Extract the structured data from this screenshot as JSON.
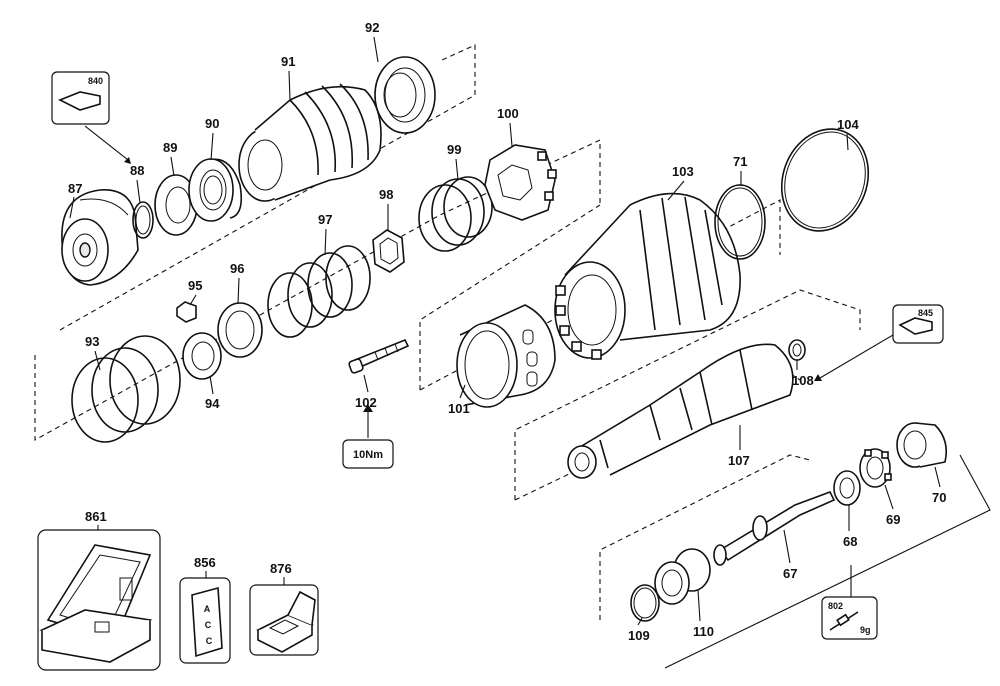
{
  "parts": [
    {
      "id": "p87",
      "label": "87"
    },
    {
      "id": "p88",
      "label": "88"
    },
    {
      "id": "p89",
      "label": "89"
    },
    {
      "id": "p90",
      "label": "90"
    },
    {
      "id": "p91",
      "label": "91"
    },
    {
      "id": "p92",
      "label": "92"
    },
    {
      "id": "p93",
      "label": "93"
    },
    {
      "id": "p94",
      "label": "94"
    },
    {
      "id": "p95",
      "label": "95"
    },
    {
      "id": "p96",
      "label": "96"
    },
    {
      "id": "p97",
      "label": "97"
    },
    {
      "id": "p98",
      "label": "98"
    },
    {
      "id": "p99",
      "label": "99"
    },
    {
      "id": "p100",
      "label": "100"
    },
    {
      "id": "p101",
      "label": "101"
    },
    {
      "id": "p102",
      "label": "102"
    },
    {
      "id": "p103",
      "label": "103"
    },
    {
      "id": "p104",
      "label": "104"
    },
    {
      "id": "p71",
      "label": "71"
    },
    {
      "id": "p107",
      "label": "107"
    },
    {
      "id": "p108",
      "label": "108"
    },
    {
      "id": "p70",
      "label": "70"
    },
    {
      "id": "p69",
      "label": "69"
    },
    {
      "id": "p68",
      "label": "68"
    },
    {
      "id": "p67",
      "label": "67"
    },
    {
      "id": "p110",
      "label": "110"
    },
    {
      "id": "p109",
      "label": "109"
    },
    {
      "id": "p861",
      "label": "861"
    },
    {
      "id": "p856",
      "label": "856"
    },
    {
      "id": "p876",
      "label": "876"
    }
  ],
  "callouts": {
    "box840": "840",
    "box845": "845",
    "box802": "802",
    "box802_amount": "9g",
    "torque": "10Nm"
  },
  "label856_text": [
    "A",
    "C",
    "C"
  ]
}
